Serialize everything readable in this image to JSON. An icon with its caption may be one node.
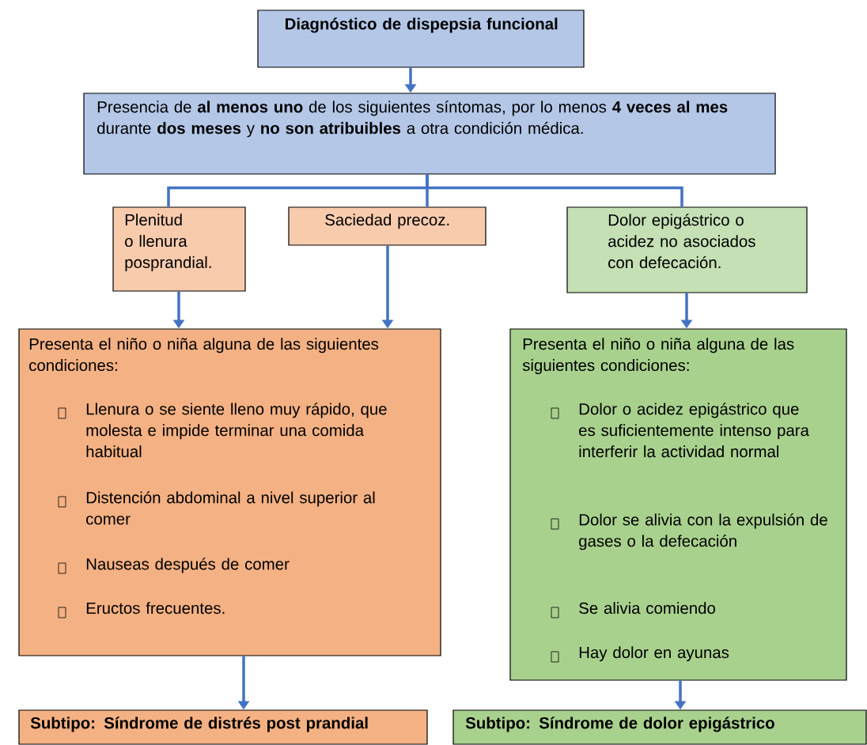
{
  "diagram": {
    "nodes": [
      {
        "text": [
          "Diagnóstico de dispepsia funcional"
        ]
      },
      {
        "text": [
          "Presencia de **al menos uno** de los siguientes síntomas, por lo menos **4 veces al mes** durante **dos meses** y **no son atribuibles** a otra condición médica."
        ]
      },
      {
        "text": [
          "Plenitud o llenura posprandial."
        ]
      },
      {
        "text": [
          "Saciedad precoz."
        ]
      },
      {
        "text": [
          "Dolor epigástrico o acidez no asociados con defecación."
        ]
      },
      {
        "text": [
          "Presenta el niño o niña alguna de las siguientes condiciones:",
          "Llenura o se siente lleno muy rápido, que molesta e impide terminar una comida habitual",
          "Distención abdominal a nivel superior al comer",
          "Nauseas después de comer",
          "Eructos frecuentes."
        ]
      },
      {
        "text": [
          "Presenta el niño o niña alguna de las siguientes condiciones:",
          "Dolor o acidez epigástrico que es suficientemente intenso para interferir la actividad normal",
          "Dolor se alivia con la expulsión de gases o la defecación",
          "Se alivia comiendo",
          "Hay dolor en ayunas"
        ]
      },
      {
        "text": [
          "Subtipo: Síndrome de distrés post prandial"
        ]
      },
      {
        "text": [
          "Subtipo: Síndrome de dolor epigástrico"
        ]
      }
    ],
    "edges": [
      {
        "from": 0,
        "to": 1,
        "arrow": "to"
      },
      {
        "from": 1,
        "to": 2,
        "arrow": "none"
      },
      {
        "from": 1,
        "to": 3,
        "arrow": "none"
      },
      {
        "from": 1,
        "to": 4,
        "arrow": "none"
      },
      {
        "from": 2,
        "to": 5,
        "arrow": "to"
      },
      {
        "from": 3,
        "to": 5,
        "arrow": "to"
      },
      {
        "from": 4,
        "to": 6,
        "arrow": "to"
      },
      {
        "from": 5,
        "to": 7,
        "arrow": "to"
      },
      {
        "from": 6,
        "to": 8,
        "arrow": "to"
      }
    ]
  }
}
